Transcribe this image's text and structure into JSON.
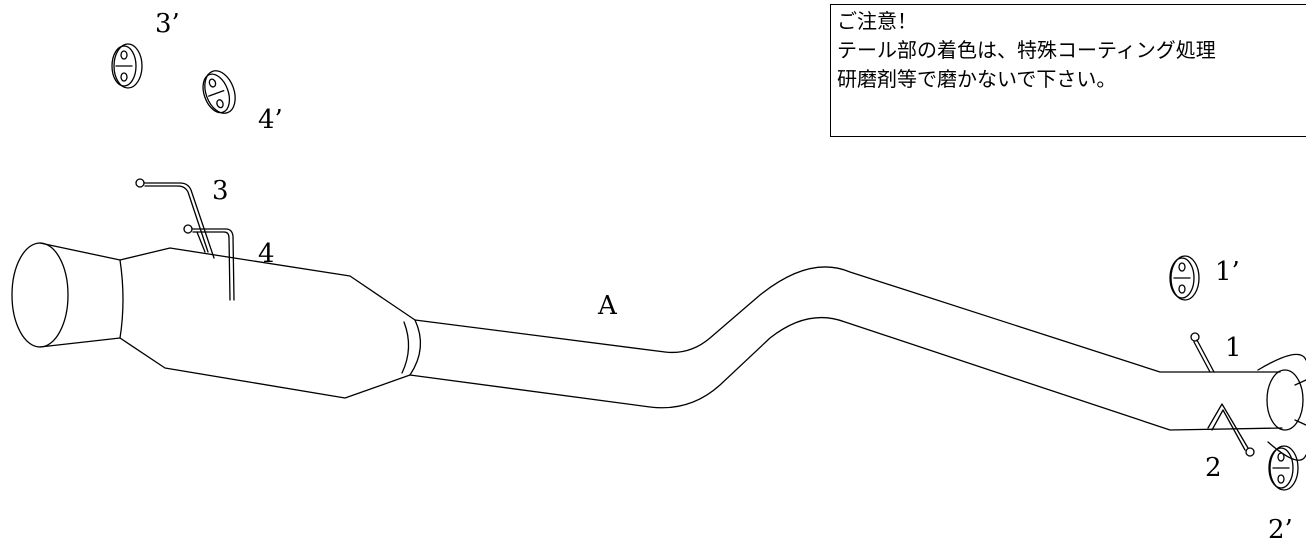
{
  "notice": {
    "title": "ご注意！",
    "line1": "テール部の着色は、特殊コーティング処理",
    "line2": "研磨剤等で磨かないで下さい。"
  },
  "labels": {
    "part_a": "A",
    "hanger_1": "1",
    "hanger_2": "2",
    "hanger_3": "3",
    "hanger_4": "4",
    "rubber_1": "1’",
    "rubber_2": "2’",
    "rubber_3": "3’",
    "rubber_4": "4’"
  }
}
